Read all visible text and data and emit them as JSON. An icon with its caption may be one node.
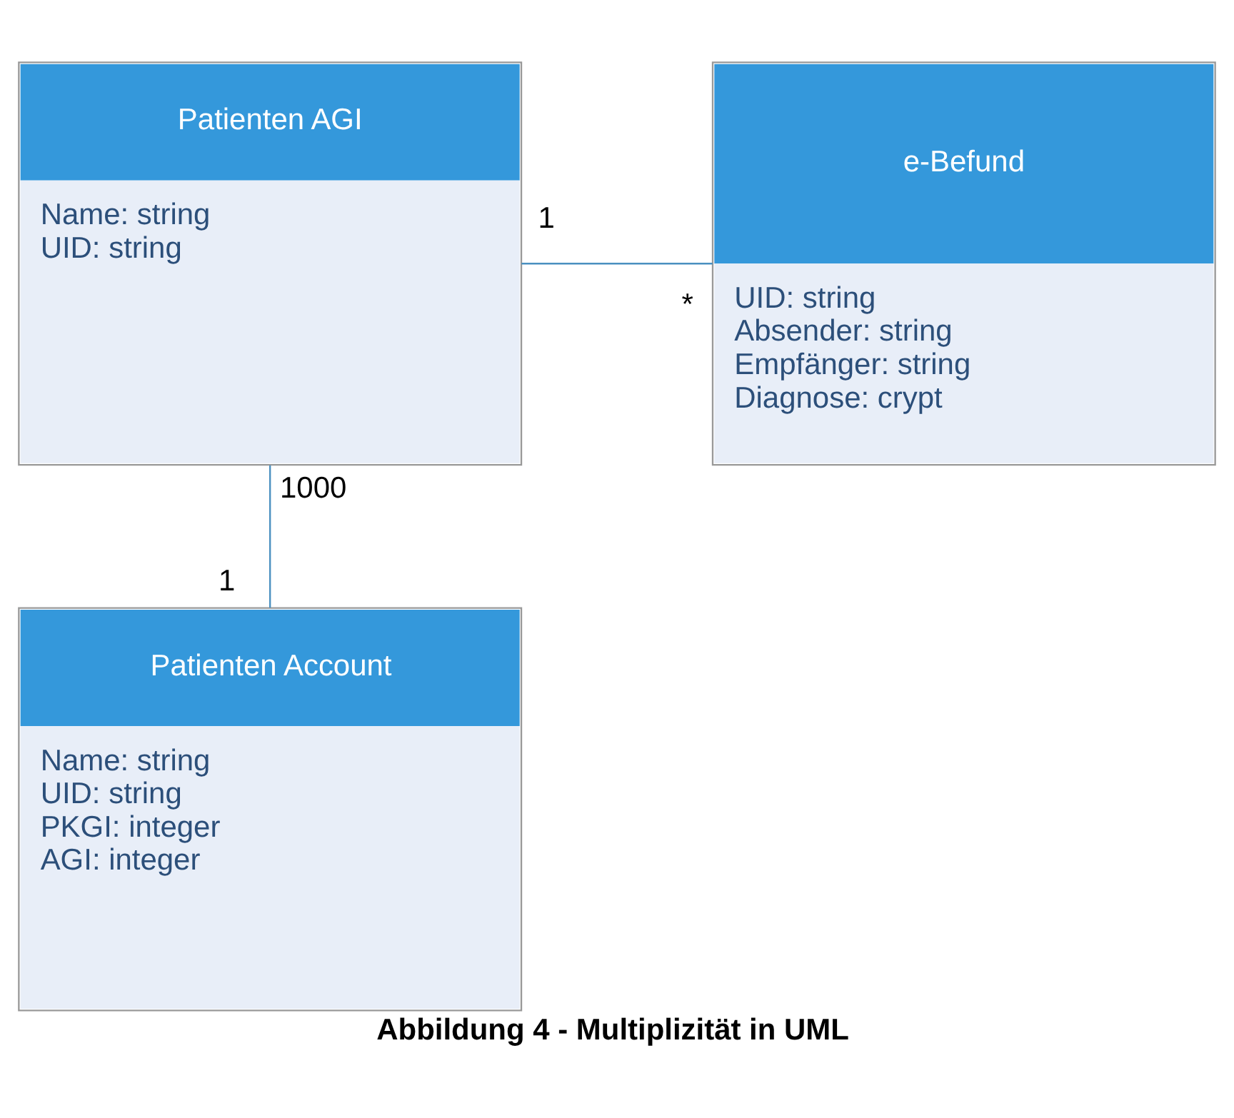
{
  "diagram": {
    "caption": "Abbildung 4 - Multiplizität in UML",
    "nodes": [
      {
        "text": [
          "Patienten AGI",
          "Name: string",
          "UID: string"
        ]
      },
      {
        "text": [
          "e-Befund",
          "UID: string",
          "Absender: string",
          "Empfänger: string",
          "Diagnose: crypt"
        ]
      },
      {
        "text": [
          "Patienten Account",
          "Name: string",
          "UID: string",
          "PKGI: integer",
          "AGI: integer"
        ]
      }
    ],
    "edges": [
      {
        "from": 0,
        "to": 1,
        "arrow": "none"
      },
      {
        "from": 0,
        "to": 2,
        "arrow": "none"
      }
    ],
    "labels": [
      "1",
      "*",
      "1000",
      "1"
    ]
  }
}
